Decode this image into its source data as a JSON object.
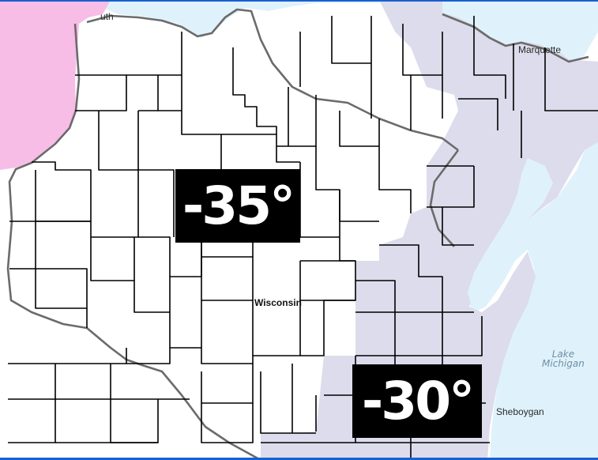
{
  "places": {
    "duluth": "uth",
    "marquette": "Marquette",
    "wisconsin": "Wisconsin",
    "sheboygan": "Sheboygan"
  },
  "water": {
    "lake_michigan_line1": "Lake",
    "lake_michigan_line2": "Michigan"
  },
  "temperatures": {
    "northwest": "-35°",
    "southeast": "-30°"
  },
  "colors": {
    "lake": "#dff2fb",
    "zone_pink": "#f7bde6",
    "zone_lavender": "#dcdcec",
    "land": "#ffffff",
    "county_border": "#000000",
    "frame_blue": "#1a5fd0"
  }
}
